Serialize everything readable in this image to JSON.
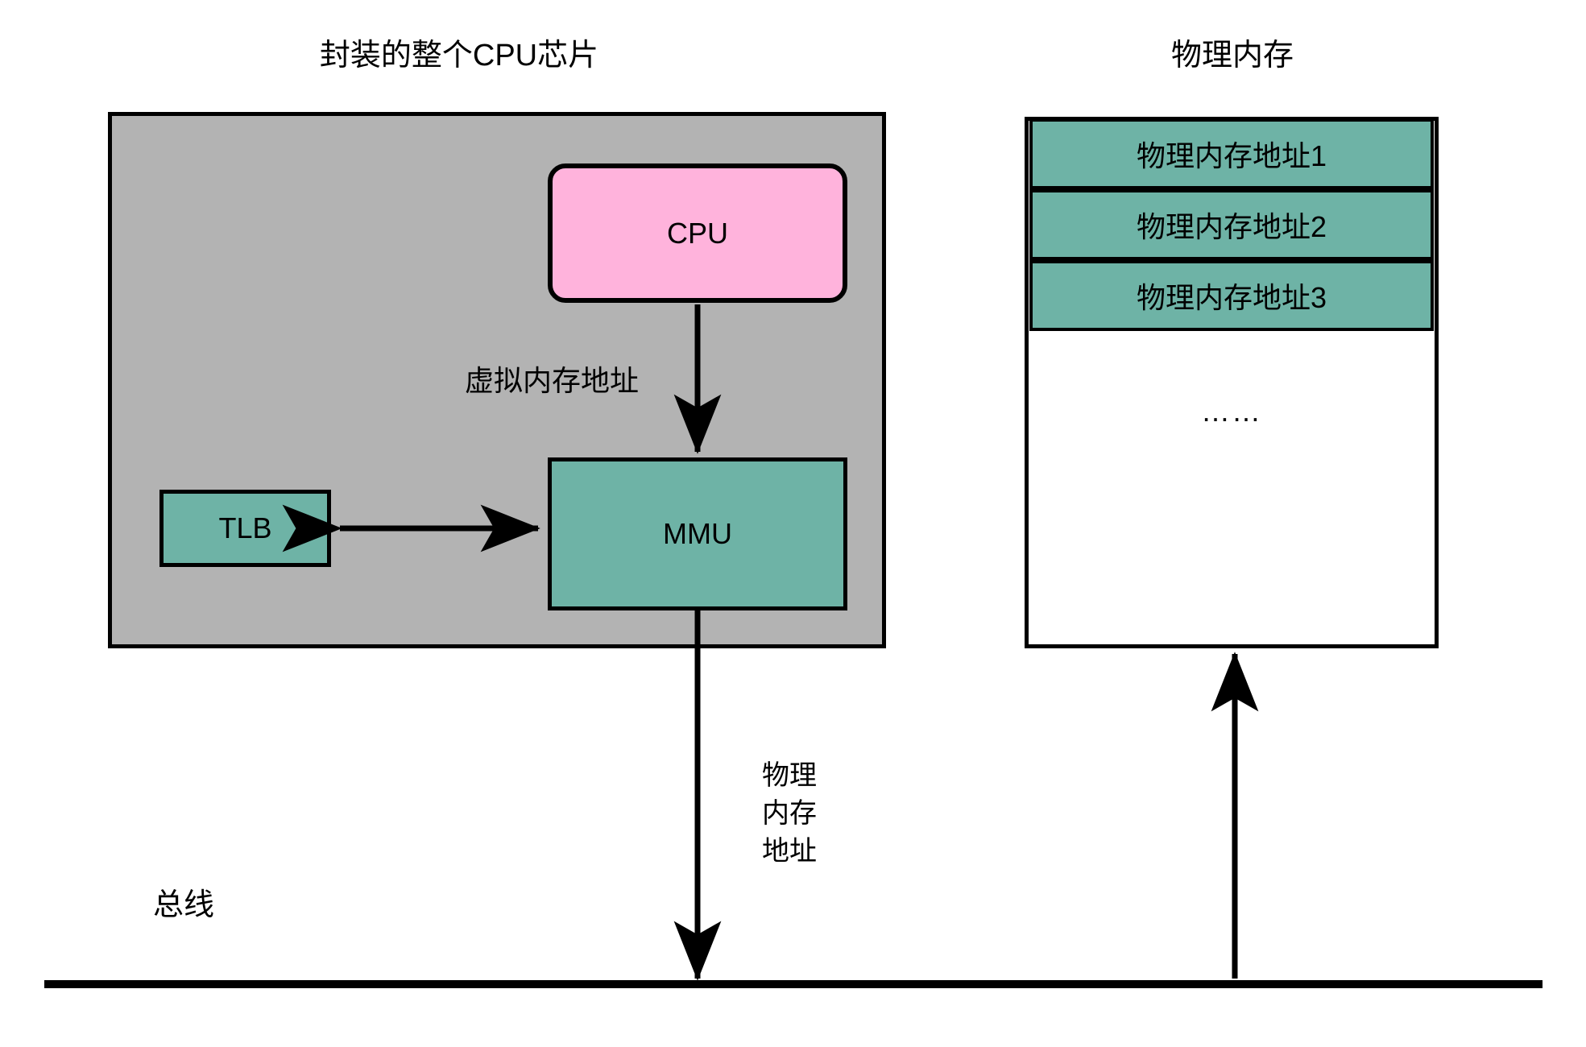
{
  "diagram": {
    "title_left": "封装的整个CPU芯片",
    "title_right": "物理内存",
    "blocks": {
      "cpu": "CPU",
      "tlb": "TLB",
      "mmu": "MMU"
    },
    "edge_labels": {
      "virtual_address": "虚拟内存地址",
      "physical_address_line1": "物理",
      "physical_address_line2": "内存",
      "physical_address_line3": "地址"
    },
    "bus_label": "总线",
    "memory": {
      "cells": [
        "物理内存地址1",
        "物理内存地址2",
        "物理内存地址3"
      ],
      "ellipsis": "……"
    },
    "colors": {
      "chip_fill": "#b3b3b3",
      "cpu_fill": "#ffb3dc",
      "teal_fill": "#6eb3a6",
      "stroke": "#000000",
      "background": "#ffffff"
    }
  }
}
